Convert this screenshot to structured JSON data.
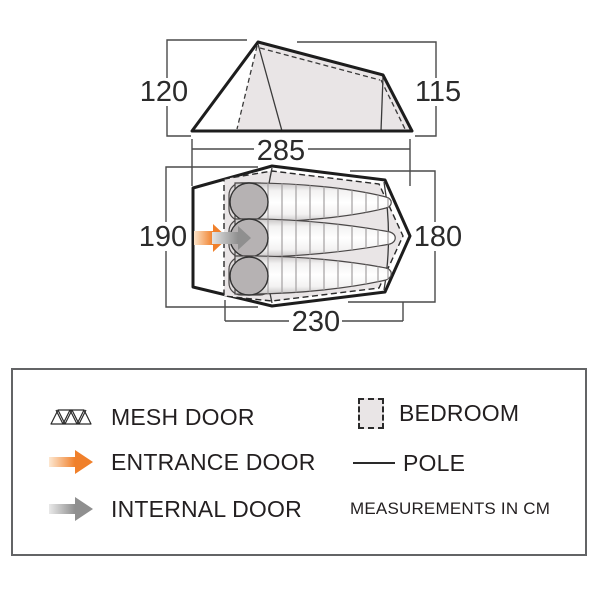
{
  "diagram": {
    "side_view": {
      "height_left_cm": "120",
      "height_right_cm": "115"
    },
    "floor_plan": {
      "length_cm": "285",
      "width_front_cm": "190",
      "width_rear_cm": "180",
      "bedroom_length_cm": "230"
    }
  },
  "legend": {
    "mesh_door_label": "MESH DOOR",
    "entrance_door_label": "ENTRANCE DOOR",
    "internal_door_label": "INTERNAL DOOR",
    "bedroom_label": "BEDROOM",
    "pole_label": "POLE",
    "note": "MEASUREMENTS IN CM"
  },
  "colors": {
    "entrance_arrow_orange": "#f0802b",
    "internal_arrow_gray": "#8f8f8f",
    "bedroom_fill": "#e9e5e6",
    "outline": "#1d1d1d"
  }
}
